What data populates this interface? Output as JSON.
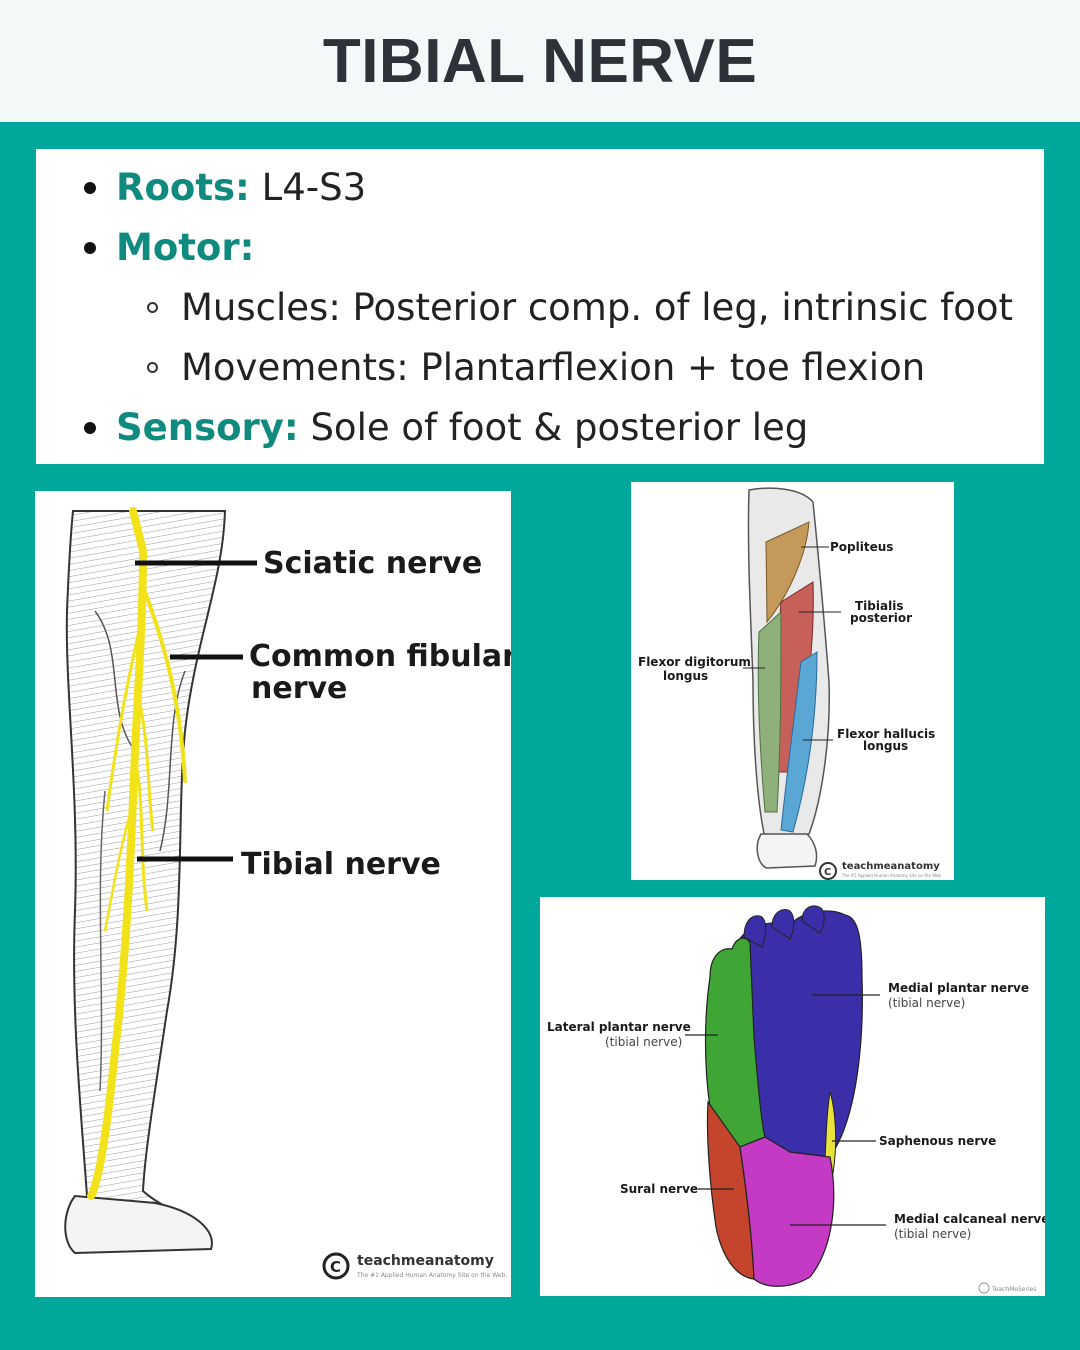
{
  "header": {
    "title": "TIBIAL NERVE"
  },
  "info": {
    "roots": {
      "label": "Roots:",
      "value": " L4-S3"
    },
    "motor": {
      "label": "Motor:",
      "muscles": "Muscles: Posterior comp. of leg, intrinsic foot",
      "movements": "Movements: Plantarflexion + toe flexion"
    },
    "sensory": {
      "label": "Sensory:",
      "value": " Sole of foot & posterior leg"
    }
  },
  "leg_panel": {
    "labels": {
      "sciatic": "Sciatic nerve",
      "fibular_1": "Common fibular",
      "fibular_2": "nerve",
      "tibial": "Tibial nerve"
    },
    "brand": "teachmeanatomy",
    "tagline": "The #1 Applied Human Anatomy Site on the Web.",
    "nerve_color": "#f2e21a"
  },
  "muscle_panel": {
    "labels": {
      "popliteus": "Popliteus",
      "tibialis_1": "Tibialis",
      "tibialis_2": "posterior",
      "fdl_1": "Flexor digitorum",
      "fdl_2": "longus",
      "fhl_1": "Flexor hallucis",
      "fhl_2": "longus"
    },
    "brand": "teachmeanatomy",
    "tagline": "The #1 Applied Human Anatomy Site on the Web"
  },
  "foot_panel": {
    "labels": {
      "medial_plantar": "Medial plantar nerve",
      "medial_plantar_sub": "(tibial nerve)",
      "lateral_plantar": "Lateral plantar nerve",
      "lateral_plantar_sub": "(tibial nerve)",
      "saphenous": "Saphenous nerve",
      "sural": "Sural nerve",
      "medial_calcaneal": "Medial calcaneal nerve",
      "medial_calcaneal_sub": "(tibial nerve)"
    },
    "brand": "TeachMeSeries",
    "colors": {
      "medial_plantar": "#3a2fa8",
      "lateral_plantar": "#3fa535",
      "saphenous": "#e8e23a",
      "sural": "#c4452c",
      "medial_calcaneal": "#c43ac4"
    }
  }
}
